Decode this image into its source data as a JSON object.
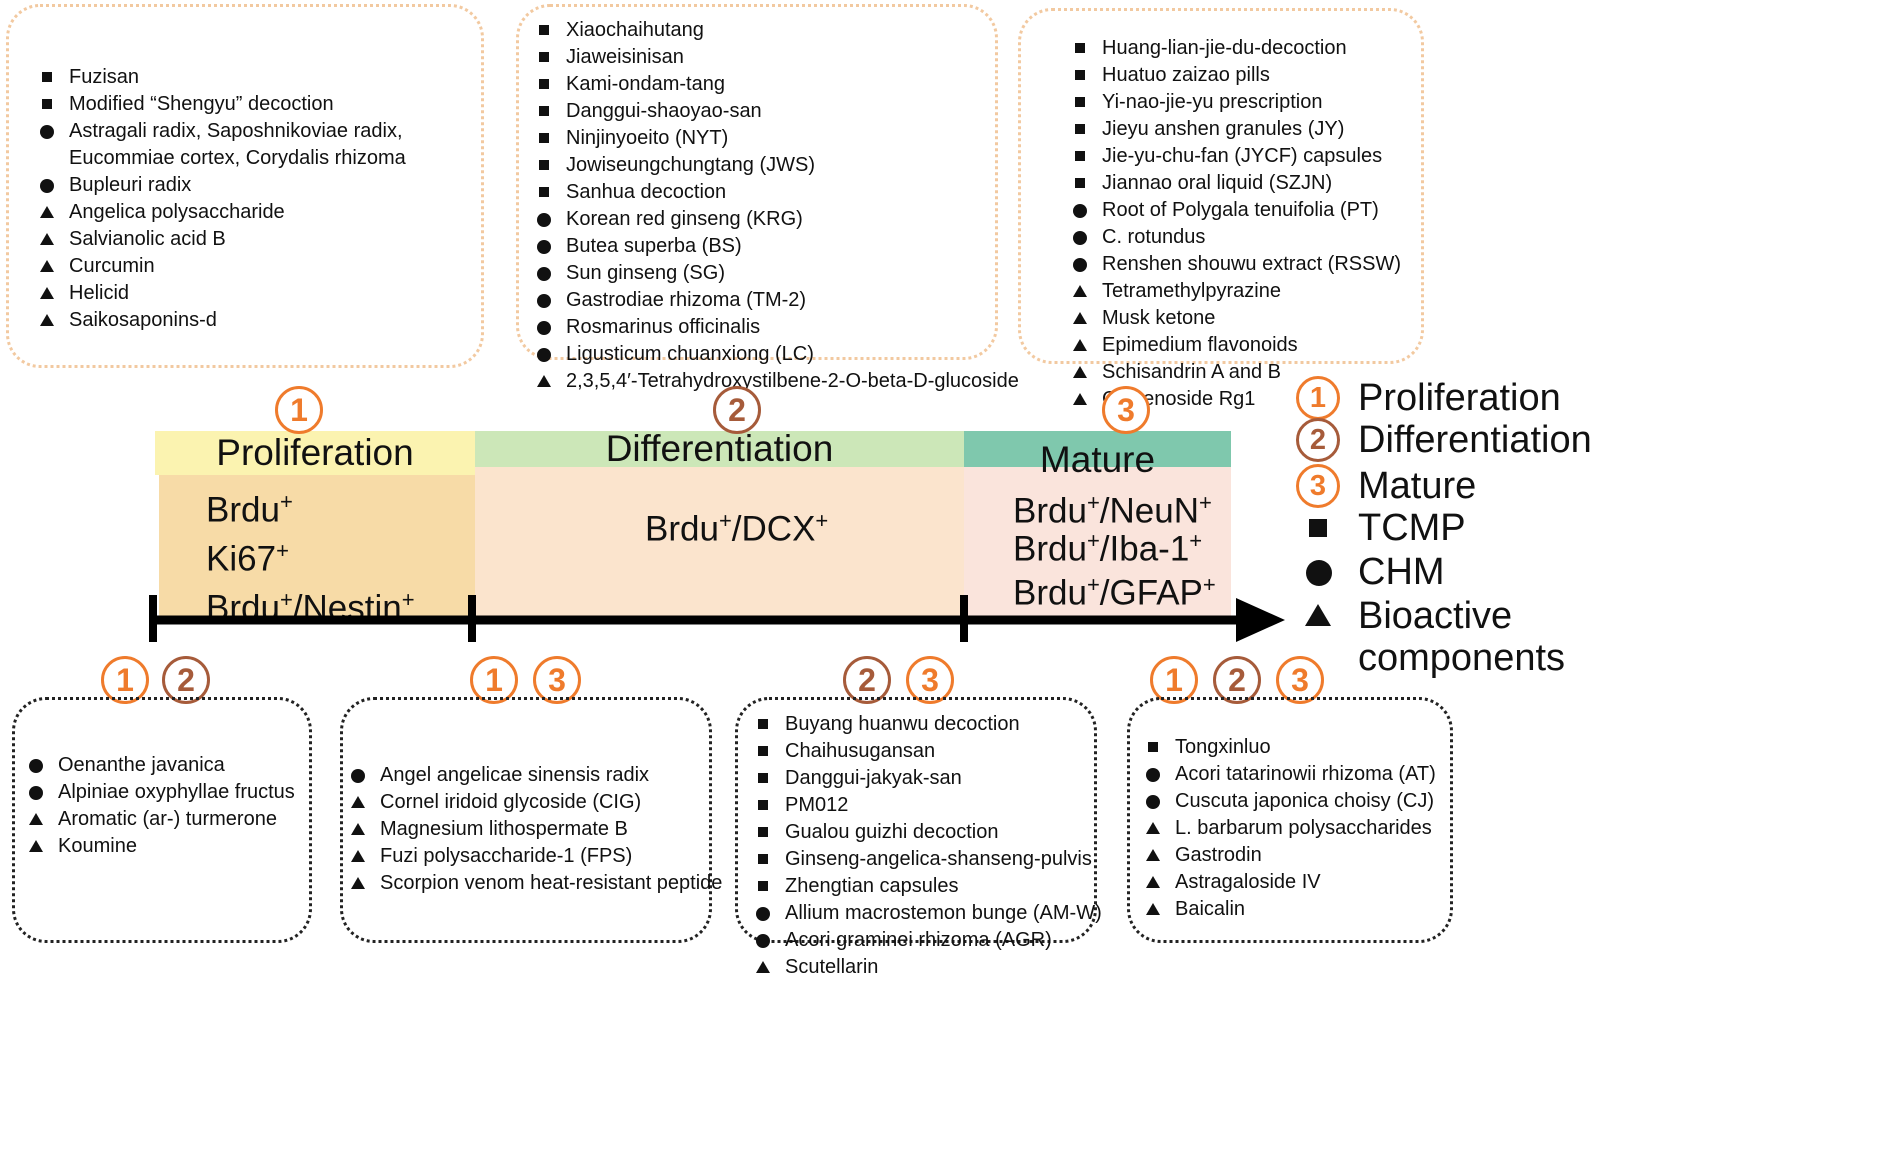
{
  "top_boxes": [
    {
      "items": [
        {
          "marker": "square",
          "text": "Fuzisan"
        },
        {
          "marker": "square",
          "text": "Modified “Shengyu” decoction"
        },
        {
          "marker": "circle",
          "text": "Astragali radix, Saposhnikoviae radix,"
        },
        {
          "marker": "none",
          "text": "Eucommiae cortex, Corydalis rhizoma"
        },
        {
          "marker": "circle",
          "text": "Bupleuri radix"
        },
        {
          "marker": "triangle",
          "text": "Angelica polysaccharide"
        },
        {
          "marker": "triangle",
          "text": "Salvianolic acid B"
        },
        {
          "marker": "triangle",
          "text": "Curcumin"
        },
        {
          "marker": "triangle",
          "text": "Helicid"
        },
        {
          "marker": "triangle",
          "text": "Saikosaponins-d"
        }
      ]
    },
    {
      "items": [
        {
          "marker": "square",
          "text": "Xiaochaihutang"
        },
        {
          "marker": "square",
          "text": "Jiaweisinisan"
        },
        {
          "marker": "square",
          "text": "Kami-ondam-tang"
        },
        {
          "marker": "square",
          "text": "Danggui-shaoyao-san"
        },
        {
          "marker": "square",
          "text": "Ninjinyoeito (NYT)"
        },
        {
          "marker": "square",
          "text": "Jowiseungchungtang (JWS)"
        },
        {
          "marker": "square",
          "text": "Sanhua decoction"
        },
        {
          "marker": "circle",
          "text": "Korean red ginseng (KRG)"
        },
        {
          "marker": "circle",
          "text": "Butea superba (BS)"
        },
        {
          "marker": "circle",
          "text": "Sun ginseng (SG)"
        },
        {
          "marker": "circle",
          "text": "Gastrodiae rhizoma (TM-2)"
        },
        {
          "marker": "circle",
          "text": "Rosmarinus officinalis"
        },
        {
          "marker": "circle",
          "text": "Ligusticum chuanxiong (LC)"
        },
        {
          "marker": "triangle",
          "text": "2,3,5,4′-Tetrahydroxystilbene-2-O-beta-D-glucoside"
        }
      ]
    },
    {
      "items": [
        {
          "marker": "square",
          "text": "Huang-lian-jie-du-decoction"
        },
        {
          "marker": "square",
          "text": "Huatuo zaizao pills"
        },
        {
          "marker": "square",
          "text": "Yi-nao-jie-yu prescription"
        },
        {
          "marker": "square",
          "text": "Jieyu anshen granules (JY)"
        },
        {
          "marker": "square",
          "text": "Jie-yu-chu-fan (JYCF) capsules"
        },
        {
          "marker": "square",
          "text": "Jiannao oral liquid (SZJN)"
        },
        {
          "marker": "circle",
          "text": "Root of Polygala tenuifolia (PT)"
        },
        {
          "marker": "circle",
          "text": "C. rotundus"
        },
        {
          "marker": "circle",
          "text": "Renshen shouwu extract (RSSW)"
        },
        {
          "marker": "triangle",
          "text": "Tetramethylpyrazine"
        },
        {
          "marker": "triangle",
          "text": "Musk ketone"
        },
        {
          "marker": "triangle",
          "text": "Epimedium flavonoids"
        },
        {
          "marker": "triangle",
          "text": "Schisandrin A and B"
        },
        {
          "marker": "triangle",
          "text": "Ginsenoside Rg1"
        }
      ]
    }
  ],
  "bottom_boxes": [
    {
      "stages": [
        "1",
        "2"
      ],
      "items": [
        {
          "marker": "circle",
          "text": "Oenanthe javanica"
        },
        {
          "marker": "circle",
          "text": "Alpiniae oxyphyllae fructus"
        },
        {
          "marker": "triangle",
          "text": "Aromatic (ar-) turmerone"
        },
        {
          "marker": "triangle",
          "text": "Koumine"
        }
      ]
    },
    {
      "stages": [
        "1",
        "3"
      ],
      "items": [
        {
          "marker": "circle",
          "text": "Angel angelicae sinensis radix"
        },
        {
          "marker": "triangle",
          "text": "Cornel iridoid glycoside (CIG)"
        },
        {
          "marker": "triangle",
          "text": "Magnesium lithospermate B"
        },
        {
          "marker": "triangle",
          "text": "Fuzi polysaccharide-1 (FPS)"
        },
        {
          "marker": "triangle",
          "text": "Scorpion venom heat-resistant peptide"
        }
      ]
    },
    {
      "stages": [
        "2",
        "3"
      ],
      "items": [
        {
          "marker": "square",
          "text": "Buyang huanwu decoction"
        },
        {
          "marker": "square",
          "text": "Chaihusugansan"
        },
        {
          "marker": "square",
          "text": "Danggui-jakyak-san"
        },
        {
          "marker": "square",
          "text": "PM012"
        },
        {
          "marker": "square",
          "text": "Gualou guizhi decoction"
        },
        {
          "marker": "square",
          "text": "Ginseng-angelica-shanseng-pulvis"
        },
        {
          "marker": "square",
          "text": "Zhengtian capsules"
        },
        {
          "marker": "circle",
          "text": "Allium macrostemon bunge (AM-W)"
        },
        {
          "marker": "circle",
          "text": "Acori graminei rhizoma (AGR)"
        },
        {
          "marker": "triangle",
          "text": "Scutellarin"
        }
      ]
    },
    {
      "stages": [
        "1",
        "2",
        "3"
      ],
      "items": [
        {
          "marker": "square",
          "text": "Tongxinluo"
        },
        {
          "marker": "circle",
          "text": "Acori tatarinowii rhizoma (AT)"
        },
        {
          "marker": "circle",
          "text": "Cuscuta japonica choisy (CJ)"
        },
        {
          "marker": "triangle",
          "text": "L. barbarum polysaccharides"
        },
        {
          "marker": "triangle",
          "text": "Gastrodin"
        },
        {
          "marker": "triangle",
          "text": "Astragaloside IV"
        },
        {
          "marker": "triangle",
          "text": "Baicalin"
        }
      ]
    }
  ],
  "stages": [
    {
      "number": "1",
      "title": "Proliferation",
      "head_color": "#fbf3b0",
      "body_color": "#f7dba7",
      "markers": [
        {
          "base": "Brdu",
          "sup": "+"
        },
        {
          "base": "Ki67",
          "sup": "+"
        },
        {
          "base": "Brdu",
          "sup": "+",
          "base2": "/Nestin",
          "sup2": "+"
        }
      ]
    },
    {
      "number": "2",
      "title": "Differentiation",
      "head_color": "#cce7b8",
      "body_color": "#fbe4cd",
      "markers": [
        {
          "base": "Brdu",
          "sup": "+",
          "base2": "/DCX",
          "sup2": "+"
        }
      ]
    },
    {
      "number": "3",
      "title": "Mature",
      "head_color": "#7fc8ad",
      "body_color": "#fae4dc",
      "markers": [
        {
          "base": "Brdu",
          "sup": "+",
          "base2": "/NeuN",
          "sup2": "+"
        },
        {
          "base": "Brdu",
          "sup": "+",
          "base2": "/Iba-1",
          "sup2": "+"
        },
        {
          "base": "Brdu",
          "sup": "+",
          "base2": "/GFAP",
          "sup2": "+"
        }
      ]
    }
  ],
  "legend": {
    "stages": [
      {
        "number": "1",
        "label": "Proliferation"
      },
      {
        "number": "2",
        "label": "Differentiation"
      },
      {
        "number": "3",
        "label": "Mature"
      }
    ],
    "symbols": [
      {
        "symbol": "square",
        "label": "TCMP"
      },
      {
        "symbol": "circle",
        "label": "CHM"
      },
      {
        "symbol": "triangle",
        "label": "Bioactive"
      },
      {
        "symbol": "none",
        "label": "components"
      }
    ]
  },
  "colors": {
    "stage_orange": "#ef7b2c",
    "stage_brown": "#a65b3a",
    "top_border": "#f2c9a0",
    "axis": "#000000"
  }
}
